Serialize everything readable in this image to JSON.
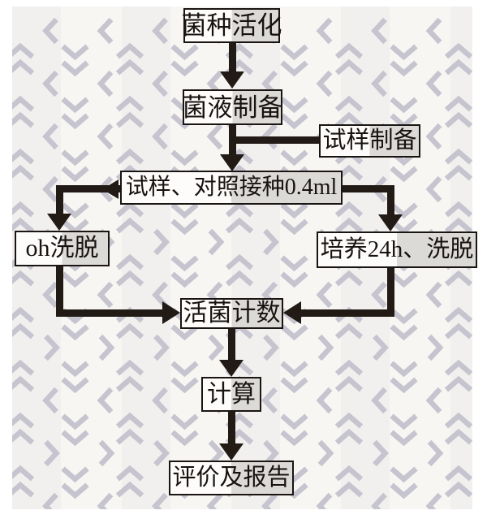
{
  "flowchart": {
    "nodes": [
      {
        "id": "strain-activation",
        "label": "菌种活化"
      },
      {
        "id": "bacterial-liquid-prep",
        "label": "菌液制备"
      },
      {
        "id": "sample-prep",
        "label": "试样制备"
      },
      {
        "id": "inoculation",
        "label": "试样、对照接种0.4ml"
      },
      {
        "id": "oh-elution",
        "label": "oh洗脱"
      },
      {
        "id": "culture-24h-elution",
        "label": "培养24h、洗脱"
      },
      {
        "id": "viable-count",
        "label": "活菌计数"
      },
      {
        "id": "calculation",
        "label": "计算"
      },
      {
        "id": "evaluation-report",
        "label": "评价及报告"
      }
    ]
  },
  "colors": {
    "box_border": "#1a1512",
    "box_fill_left": "#fdfcfb",
    "box_fill_right": "#dcdad7",
    "connector": "#221a15",
    "background": "#f7f6f3",
    "chevron": "#c6c4ce"
  }
}
